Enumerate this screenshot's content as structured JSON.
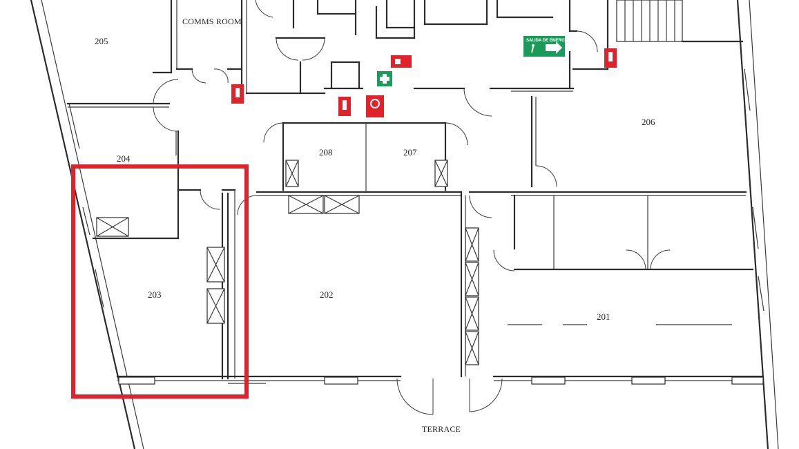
{
  "rooms": {
    "r205": "205",
    "comms": "COMMS ROOM",
    "r204": "204",
    "r203": "203",
    "r202": "202",
    "r208": "208",
    "r207": "207",
    "r206": "206",
    "r201": "201",
    "terrace": "TERRACE"
  },
  "signs": {
    "exit_text": "SALIDA DE EMERGENCIA"
  },
  "highlight": {
    "target_room": "203",
    "color": "#e0232b"
  },
  "icons": [
    "fire-extinguisher-icon",
    "first-aid-icon",
    "emergency-exit-icon",
    "fire-alarm-icon",
    "fire-hose-icon"
  ],
  "colors": {
    "highlight": "#e0232b",
    "exit_green": "#1a9b5a",
    "fire_red": "#e0232b"
  }
}
